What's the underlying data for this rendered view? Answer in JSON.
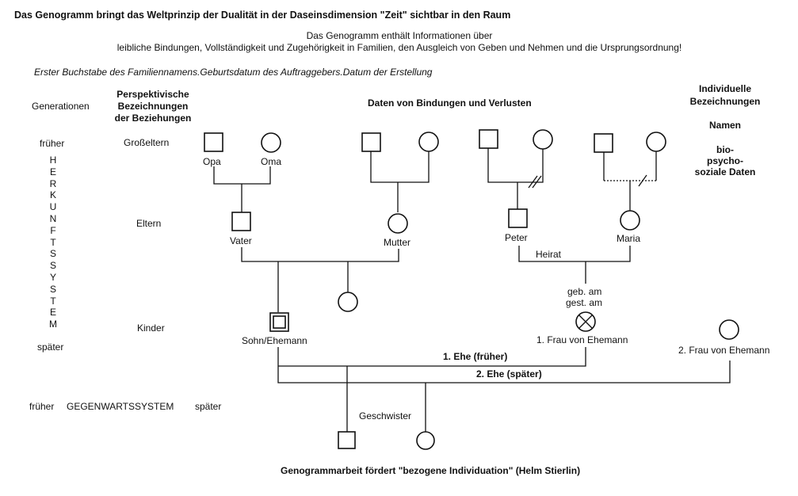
{
  "header": {
    "title": "Das Genogramm bringt das Weltprinzip der Dualität in der Daseinsdimension \"Zeit\" sichtbar in den Raum",
    "intro_line1": "Das Genogramm enthält Informationen über",
    "intro_line2": "leibliche Bindungen, Vollständigkeit und Zugehörigkeit in Familien, den Ausgleich von Geben und Nehmen und die Ursprungsordnung!",
    "italic_line": "Erster Buchstabe des Familiennamens.Geburtsdatum des Auftraggebers.Datum der Erstellung"
  },
  "columns": {
    "generationen": "Generationen",
    "perspektivisch": [
      "Perspektivische",
      "Bezeichnungen",
      "der Beziehungen"
    ],
    "daten": "Daten von Bindungen und Verlusten",
    "individuell": [
      "Individuelle",
      "Bezeichnungen"
    ],
    "namen": "Namen",
    "bio": [
      "bio-",
      "psycho-",
      "soziale Daten"
    ]
  },
  "left_axis": {
    "frueher": "früher",
    "spaeter": "später",
    "herkunft_letters": [
      "H",
      "E",
      "R",
      "K",
      "U",
      "N",
      "F",
      "T",
      "S",
      "S",
      "Y",
      "S",
      "T",
      "E",
      "M"
    ]
  },
  "levels": {
    "grosseltern": "Großeltern",
    "eltern": "Eltern",
    "kinder": "Kinder"
  },
  "persons": {
    "opa": "Opa",
    "oma": "Oma",
    "vater": "Vater",
    "mutter": "Mutter",
    "peter": "Peter",
    "maria": "Maria",
    "sohn": "Sohn/Ehemann",
    "frau1": "1. Frau von Ehemann",
    "frau2": "2. Frau von Ehemann"
  },
  "relations": {
    "heirat": "Heirat",
    "geb": "geb. am",
    "gest": "gest. am",
    "ehe1": "1. Ehe (früher)",
    "ehe2": "2. Ehe (später)",
    "geschwister": "Geschwister"
  },
  "bottom": {
    "frueher": "früher",
    "gegenwart": "GEGENWARTSSYSTEM",
    "spaeter": "später",
    "footer": "Genogrammarbeit fördert \"bezogene Individuation\" (Helm Stierlin)"
  }
}
